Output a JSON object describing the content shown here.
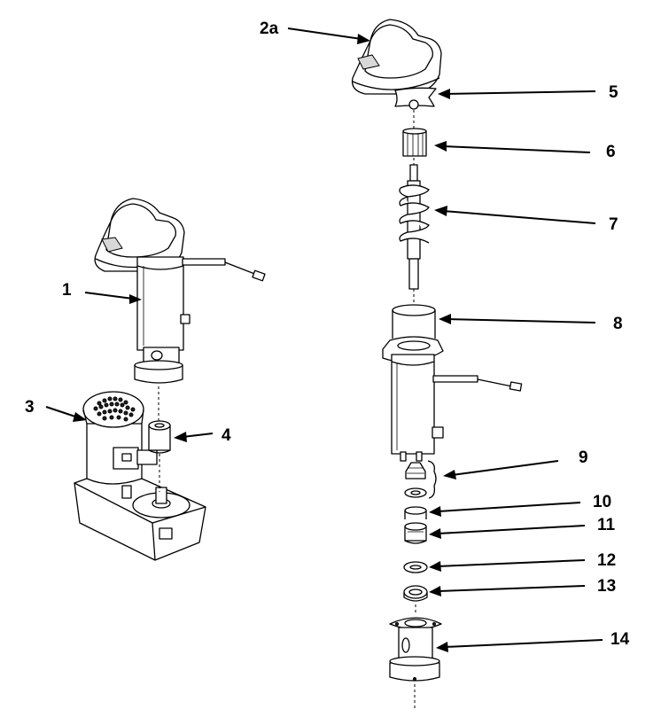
{
  "callouts": {
    "c1": "1",
    "c2a": "2a",
    "c3": "3",
    "c4": "4",
    "c5": "5",
    "c6": "6",
    "c7": "7",
    "c8": "8",
    "c9": "9",
    "c10": "10",
    "c11": "11",
    "c12": "12",
    "c13": "13",
    "c14": "14"
  }
}
